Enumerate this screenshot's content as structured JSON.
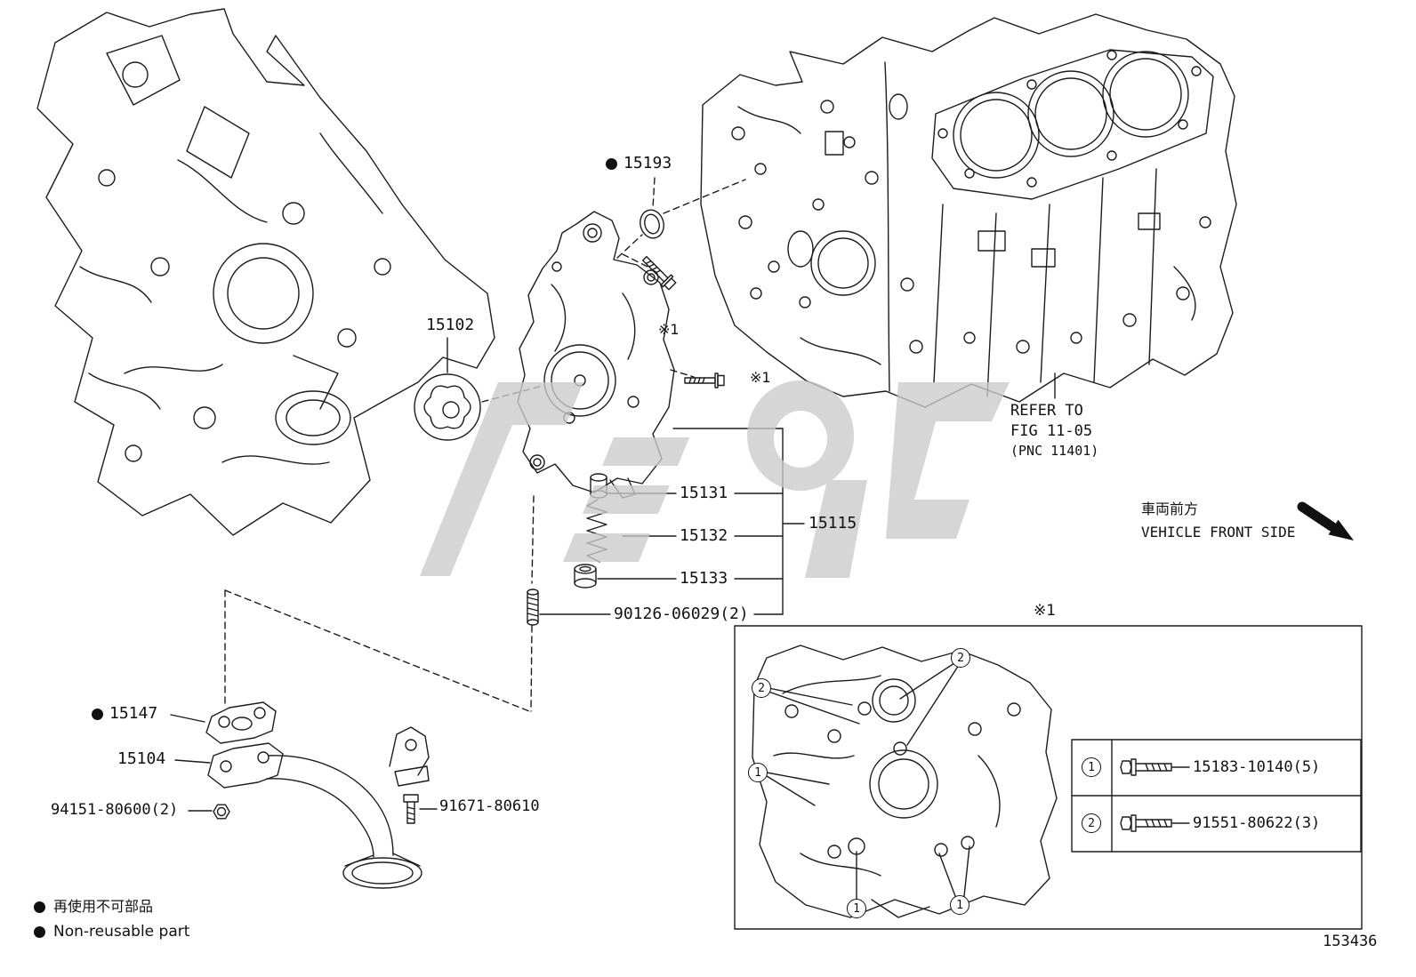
{
  "figure": {
    "number": "153436"
  },
  "labels": {
    "p15193": "15193",
    "p15102": "15102",
    "p15131": "15131",
    "p15132": "15132",
    "p15133": "15133",
    "p15115": "15115",
    "p90126": "90126-06029(2)",
    "p15147": "15147",
    "p15104": "15104",
    "p94151": "94151-80600(2)",
    "p91671": "91671-80610"
  },
  "notes": {
    "refer_line1": "REFER TO",
    "refer_line2": "FIG 11-05",
    "refer_line3": "(PNC 11401)",
    "front_jp": "車両前方",
    "front_en": "VEHICLE FRONT SIDE",
    "ref1": "※1"
  },
  "inset": {
    "title": "※1",
    "callouts": [
      "2",
      "2",
      "1",
      "1",
      "1"
    ],
    "legend": [
      {
        "num": "1",
        "part": "15183-10140(5)"
      },
      {
        "num": "2",
        "part": "91551-80622(3)"
      }
    ]
  },
  "footer": {
    "legend_jp": "再使用不可部品",
    "legend_en": "Non-reusable part"
  }
}
